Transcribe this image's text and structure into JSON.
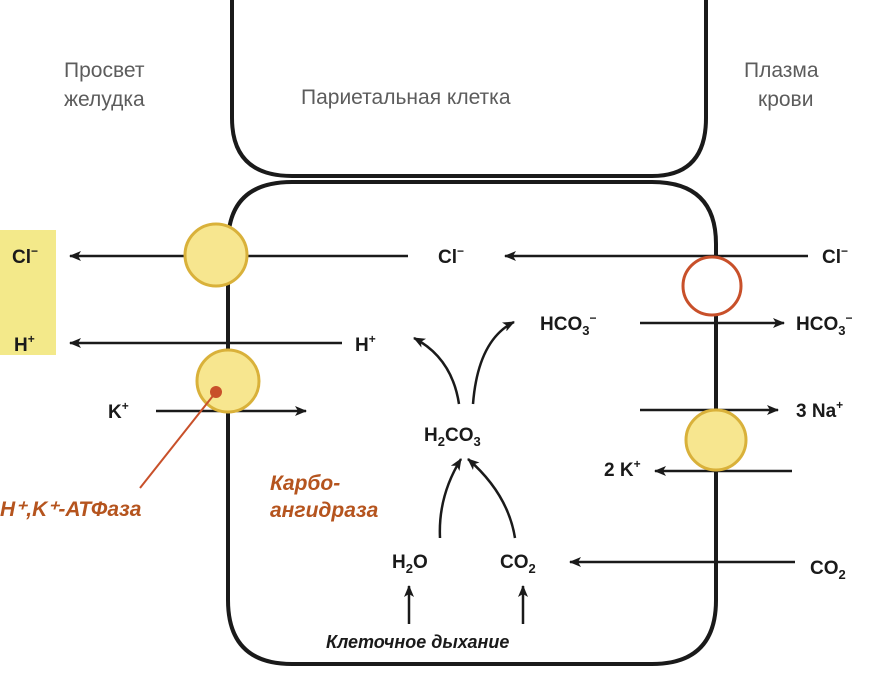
{
  "headers": {
    "lumen_line1": "Просвет",
    "lumen_line2": "желудка",
    "cell": "Париетальная клетка",
    "plasma_line1": "Плазма",
    "plasma_line2": "крови"
  },
  "lumen": {
    "cl": "Cl",
    "cl_charge": "−",
    "h": "H",
    "h_charge": "+"
  },
  "cell": {
    "cl": "Cl",
    "cl_charge": "−",
    "h": "H",
    "h_charge": "+",
    "k": "K",
    "k_charge": "+",
    "hco3": "HCO",
    "hco3_sub": "3",
    "hco3_charge": "−",
    "h2co3_a": "H",
    "h2co3_sub1": "2",
    "h2co3_b": "CO",
    "h2co3_sub2": "3",
    "h2o_a": "H",
    "h2o_sub": "2",
    "h2o_b": "O",
    "co2": "CO",
    "co2_sub": "2"
  },
  "plasma": {
    "cl": "Cl",
    "cl_charge": "−",
    "hco3": "HCO",
    "hco3_sub": "3",
    "hco3_charge": "−",
    "na": "3 Na",
    "na_charge": "+",
    "k": "2 K",
    "k_charge": "+",
    "co2": "CO",
    "co2_sub": "2"
  },
  "enzymes": {
    "atpase": "H⁺,K⁺-АТФаза",
    "anhydrase_line1": "Карбо-",
    "anhydrase_line2": "ангидраза"
  },
  "respiration": "Клеточное дыхание",
  "colors": {
    "transporter_fill": "#f7e68f",
    "transporter_stroke": "#d9b13a",
    "exchanger_stroke": "#c8502a",
    "enzyme_text": "#b5541e",
    "lumen_highlight": "#f3e98a",
    "line": "#1a1a1a"
  }
}
